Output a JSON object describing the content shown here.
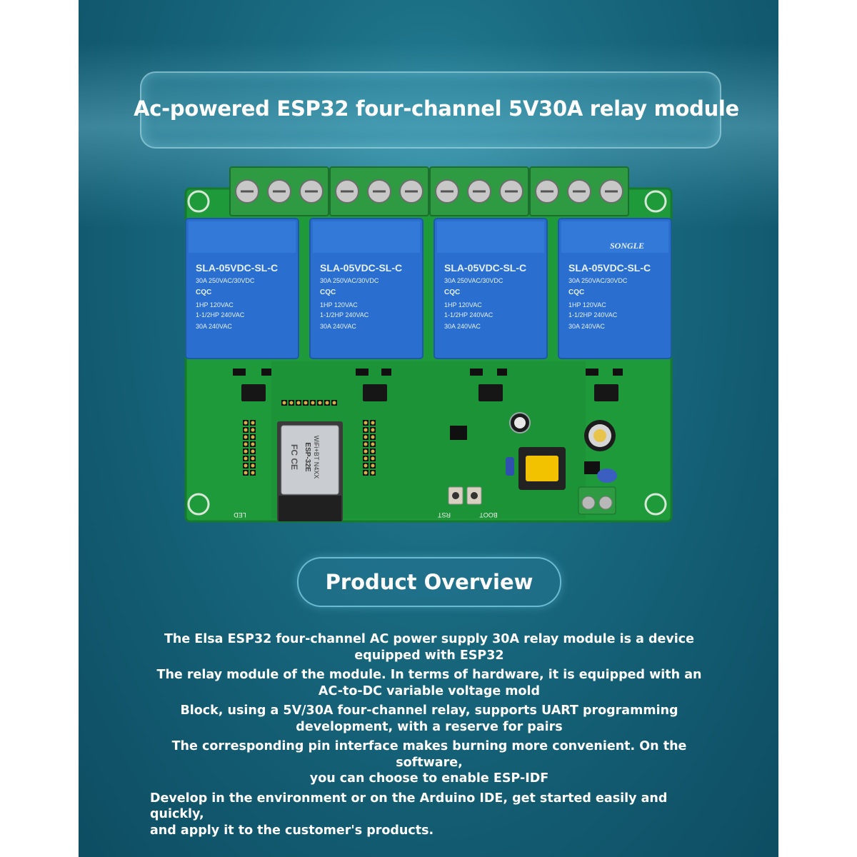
{
  "header": {
    "title": "Ac-powered ESP32 four-channel 5V30A relay module"
  },
  "board": {
    "relays": [
      {
        "model": "SLA-05VDC-SL-C",
        "rating": "30A  250VAC/30VDC",
        "cert": "CQC",
        "hp1": "1HP 120VAC",
        "hp2": "1-1/2HP 240VAC",
        "amp": "30A 240VAC",
        "brand": ""
      },
      {
        "model": "SLA-05VDC-SL-C",
        "rating": "30A  250VAC/30VDC",
        "cert": "CQC",
        "hp1": "1HP 120VAC",
        "hp2": "1-1/2HP 240VAC",
        "amp": "30A 240VAC",
        "brand": ""
      },
      {
        "model": "SLA-05VDC-SL-C",
        "rating": "30A  250VAC/30VDC",
        "cert": "CQC",
        "hp1": "1HP 120VAC",
        "hp2": "1-1/2HP 240VAC",
        "amp": "30A 240VAC",
        "brand": ""
      },
      {
        "model": "SLA-05VDC-SL-C",
        "rating": "30A  250VAC/30VDC",
        "cert": "CQC",
        "hp1": "1HP 120VAC",
        "hp2": "1-1/2HP 240VAC",
        "amp": "30A 240VAC",
        "brand": "SONGLE"
      }
    ],
    "esp_module": {
      "line1": "WiFi+BT N4XX",
      "line2": "ESP-32E",
      "mark": "FC CE"
    },
    "silk_rst": "RST",
    "silk_boot": "BOOT",
    "silk_led": "LED",
    "colors": {
      "pcb": "#1f9a3a",
      "relay": "#2a6fd0",
      "terminal": "#2e9a42",
      "inductor": "#f2c200"
    }
  },
  "overview": {
    "heading": "Product Overview",
    "lines": [
      "The Elsa ESP32 four-channel AC power supply 30A relay module is a device",
      "equipped with ESP32",
      "The relay module of the module. In terms of hardware, it is equipped with an",
      "AC-to-DC variable voltage mold",
      "Block, using a 5V/30A four-channel relay, supports UART programming",
      "development, with a reserve for pairs",
      "The corresponding pin interface makes burning more convenient. On the software,",
      "you can choose to enable ESP-IDF",
      "Develop in the environment or on the Arduino IDE, get started easily and quickly,",
      "and apply it to the customer's products."
    ]
  }
}
